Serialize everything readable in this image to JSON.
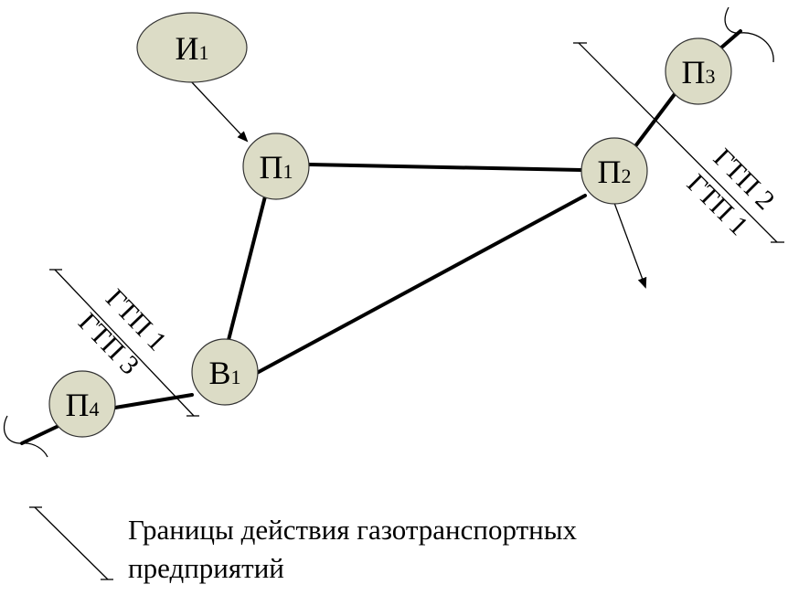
{
  "nodes": {
    "source1": {
      "letter": "И",
      "index": "1"
    },
    "p1": {
      "letter": "П",
      "index": "1"
    },
    "p2": {
      "letter": "П",
      "index": "2"
    },
    "p3": {
      "letter": "П",
      "index": "3"
    },
    "p4": {
      "letter": "П",
      "index": "4"
    },
    "b1": {
      "letter": "В",
      "index": "1"
    }
  },
  "boundaries": {
    "right": {
      "upper": "ГТП 2",
      "lower": "ГТП 1"
    },
    "left": {
      "upper": "ГТП 1",
      "lower": "ГТП 3"
    }
  },
  "legend": {
    "line1": "Границы действия газотранспортных",
    "line2": "предприятий"
  },
  "colors": {
    "node_fill": "#dcdcc6"
  }
}
